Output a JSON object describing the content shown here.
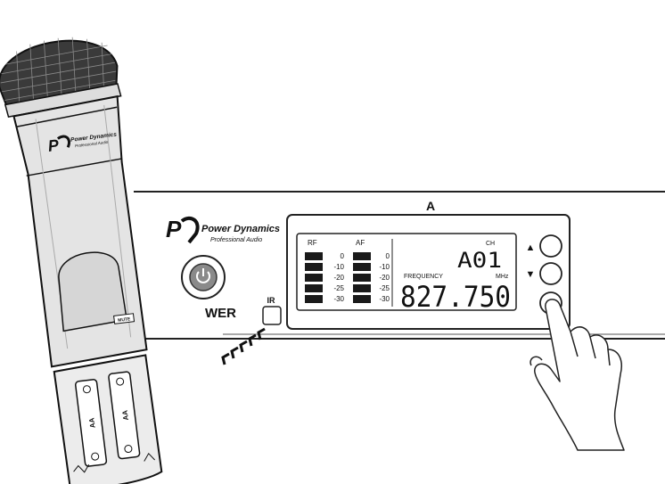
{
  "callout": {
    "label": "A"
  },
  "brand": {
    "name": "Power Dynamics",
    "tagline": "Professional Audio"
  },
  "mic_brand": {
    "name": "Power Dynamics",
    "tagline": "Professional Audio"
  },
  "power": {
    "label_partial": "WER"
  },
  "ir": {
    "label": "IR"
  },
  "display": {
    "rf_label": "RF",
    "af_label": "AF",
    "rf_scale": [
      "0",
      "-10",
      "-20",
      "-25",
      "-30"
    ],
    "af_scale": [
      "0",
      "-10",
      "-20",
      "-25",
      "-30"
    ],
    "ch_label": "CH",
    "channel": "A01",
    "frequency_label": "FREQUENCY",
    "mhz_label": "MHz",
    "frequency": "827.750"
  },
  "buttons": {
    "up_glyph": "▲",
    "down_glyph": "▼"
  },
  "mic": {
    "mute_label": "MUTE",
    "battery_label": "AA"
  }
}
